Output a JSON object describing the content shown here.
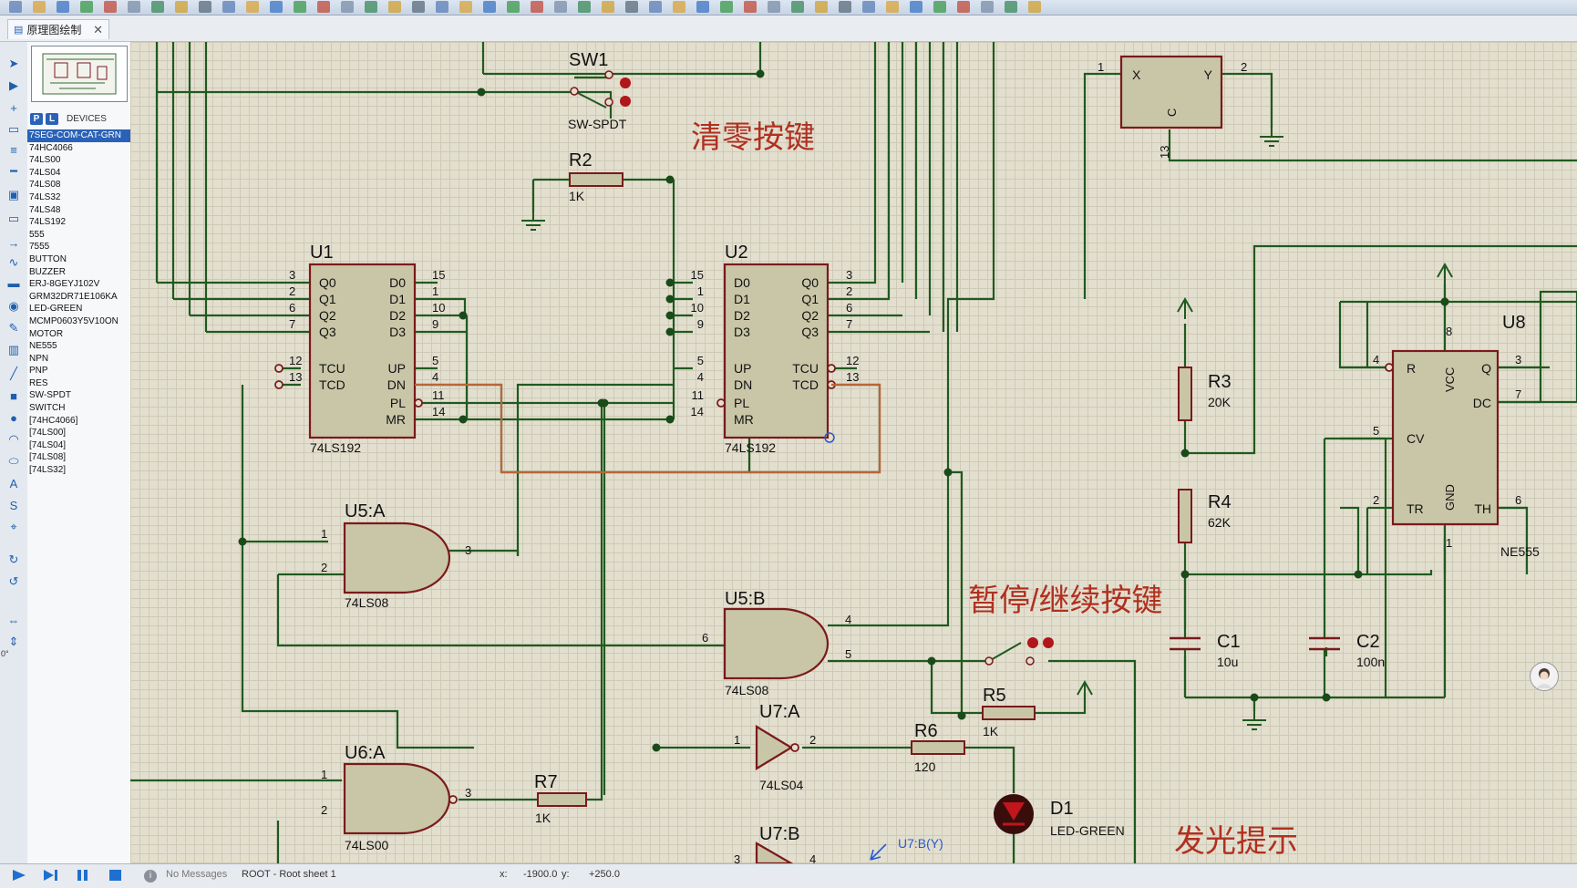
{
  "tab": {
    "icon": "schematic-icon",
    "title": "原理图绘制",
    "close": "✕"
  },
  "device_panel": {
    "p_label": "P",
    "l_label": "L",
    "header": "DEVICES",
    "items": [
      "7SEG-COM-CAT-GRN",
      "74HC4066",
      "74LS00",
      "74LS04",
      "74LS08",
      "74LS32",
      "74LS48",
      "74LS192",
      "555",
      "7555",
      "BUTTON",
      "BUZZER",
      "ERJ-8GEYJ102V",
      "GRM32DR71E106KA",
      "LED-GREEN",
      "MCMP0603Y5V10ON",
      "MOTOR",
      "NE555",
      "NPN",
      "PNP",
      "RES",
      "SW-SPDT",
      "SWITCH",
      "[74HC4066]",
      "[74LS00]",
      "[74LS04]",
      "[74LS08]",
      "[74LS32]"
    ],
    "selected_index": 0
  },
  "left_tools": [
    "select-arrow-icon",
    "component-icon",
    "junction-icon",
    "wire-label-icon",
    "text-script-icon",
    "bus-icon",
    "subcircuit-icon",
    "terminal-icon",
    "pin-icon",
    "graph-icon",
    "tape-icon",
    "generator-icon",
    "probe-icon",
    "virtual-instrument-icon",
    "line-icon",
    "box-icon",
    "circle-icon",
    "arc-icon",
    "path-icon",
    "text-icon",
    "symbol-icon",
    "marker-icon",
    "rotate-cw-icon",
    "rotate-ccw-icon",
    "mirror-x-icon",
    "mirror-y-icon"
  ],
  "rotation_readout": "0°",
  "schematic": {
    "annotations": {
      "clear": "清零按键",
      "pause": "暂停/继续按键",
      "led": "发光提示"
    },
    "parts": {
      "sw1": {
        "ref": "SW1",
        "value": "SW-SPDT"
      },
      "r2": {
        "ref": "R2",
        "value": "1K"
      },
      "u1": {
        "ref": "U1",
        "value": "74LS192"
      },
      "u2": {
        "ref": "U2",
        "value": "74LS192"
      },
      "u5a": {
        "ref": "U5:A",
        "value": "74LS08"
      },
      "u5b": {
        "ref": "U5:B",
        "value": "74LS08"
      },
      "u6a": {
        "ref": "U6:A",
        "value": "74LS00"
      },
      "u7a": {
        "ref": "U7:A",
        "value": "74LS04"
      },
      "u7b": {
        "ref": "U7:B"
      },
      "r7": {
        "ref": "R7",
        "value": "1K"
      },
      "r6": {
        "ref": "R6",
        "value": "120"
      },
      "r5": {
        "ref": "R5",
        "value": "1K"
      },
      "d1": {
        "ref": "D1",
        "value": "LED-GREEN"
      },
      "r3": {
        "ref": "R3",
        "value": "20K"
      },
      "r4": {
        "ref": "R4",
        "value": "62K"
      },
      "c1": {
        "ref": "C1",
        "value": "10u"
      },
      "c2": {
        "ref": "C2",
        "value": "100n"
      },
      "u8": {
        "ref": "U8",
        "value": "NE555"
      },
      "probe": {
        "label": "U7:B(Y)"
      }
    },
    "u1_pins": {
      "q0": "Q0",
      "q1": "Q1",
      "q2": "Q2",
      "q3": "Q3",
      "tcu": "TCU",
      "tcd": "TCD",
      "d0": "D0",
      "d1": "D1",
      "d2": "D2",
      "d3": "D3",
      "up": "UP",
      "dn": "DN",
      "pl": "PL",
      "mr": "MR"
    },
    "u1_pin_numbers": {
      "q0": "3",
      "q1": "2",
      "q2": "6",
      "q3": "7",
      "tcu": "12",
      "tcd": "13",
      "d0": "15",
      "d1": "1",
      "d2": "10",
      "d3": "9",
      "up": "5",
      "dn": "4",
      "pl": "11",
      "mr": "14"
    },
    "u8_pins": {
      "r": "R",
      "vcc": "VCC",
      "q": "Q",
      "dc": "DC",
      "cv": "CV",
      "tr": "TR",
      "gnd": "GND",
      "th": "TH"
    },
    "u8_pin_numbers": {
      "r": "4",
      "vcc": "8",
      "q": "3",
      "dc": "7",
      "cv": "5",
      "tr": "2",
      "gnd": "1",
      "th": "6"
    },
    "gate_pins": {
      "u5a": [
        "1",
        "2",
        "3"
      ],
      "u5b": [
        "6",
        "4",
        "5"
      ],
      "u6a": [
        "1",
        "2",
        "3"
      ],
      "u7a": [
        "1",
        "2"
      ],
      "u7b": [
        "3",
        "4"
      ]
    },
    "u4_pins": {
      "x": "X",
      "y": "Y",
      "c": "C",
      "p1": "1",
      "p2": "2",
      "p13": "13"
    }
  },
  "status": {
    "messages": "No Messages",
    "sheet": "ROOT - Root sheet 1",
    "x_label": "x:",
    "x_value": "-1900.0",
    "y_label": "y:",
    "y_value": "+250.0",
    "colors": {
      "wire": "#1f5a1f",
      "body": "#c9c6a8",
      "outline": "#7a1a1a",
      "text_red": "#b03020",
      "junction": "#1a4a1a"
    }
  }
}
